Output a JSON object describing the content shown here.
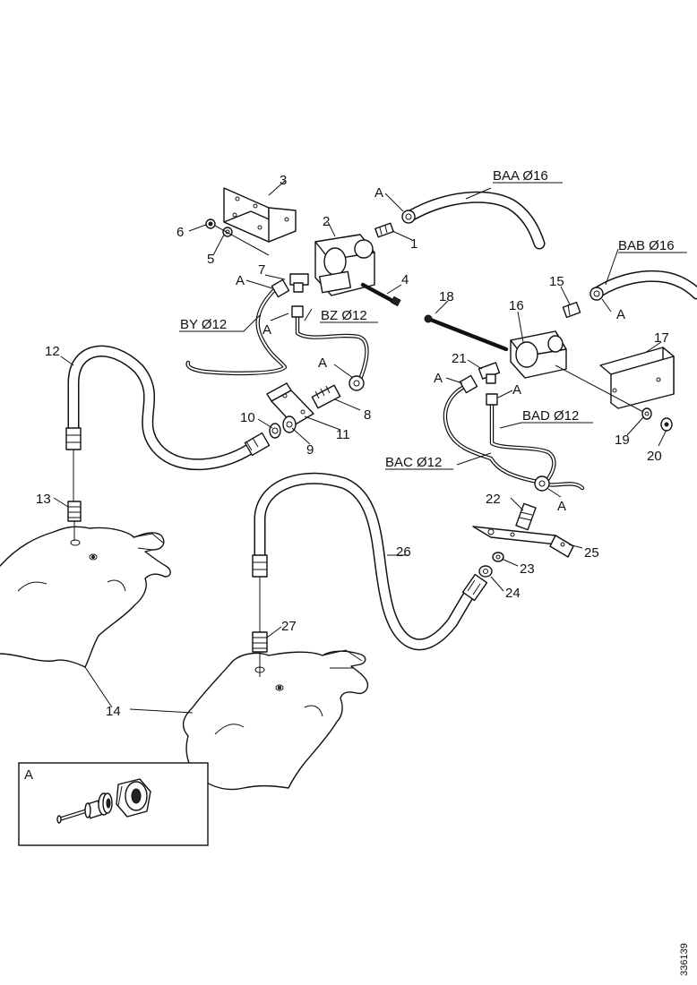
{
  "labels": {
    "p1": "1",
    "p2": "2",
    "p3": "3",
    "p4": "4",
    "p5": "5",
    "p6": "6",
    "p7": "7",
    "p8": "8",
    "p9": "9",
    "p10": "10",
    "p11": "11",
    "p12": "12",
    "p13": "13",
    "p14": "14",
    "p15": "15",
    "p16": "16",
    "p17": "17",
    "p18": "18",
    "p19": "19",
    "p20": "20",
    "p21": "21",
    "p22": "22",
    "p23": "23",
    "p24": "24",
    "p25": "25",
    "p26": "26",
    "p27": "27"
  },
  "pipes": {
    "baa": "BAA Ø16",
    "bab": "BAB Ø16",
    "bac": "BAC Ø12",
    "bad": "BAD Ø12",
    "by": "BY Ø12",
    "bz": "BZ Ø12"
  },
  "connection_marker": "A",
  "detail_box_title": "A",
  "drawing_number": "336139"
}
